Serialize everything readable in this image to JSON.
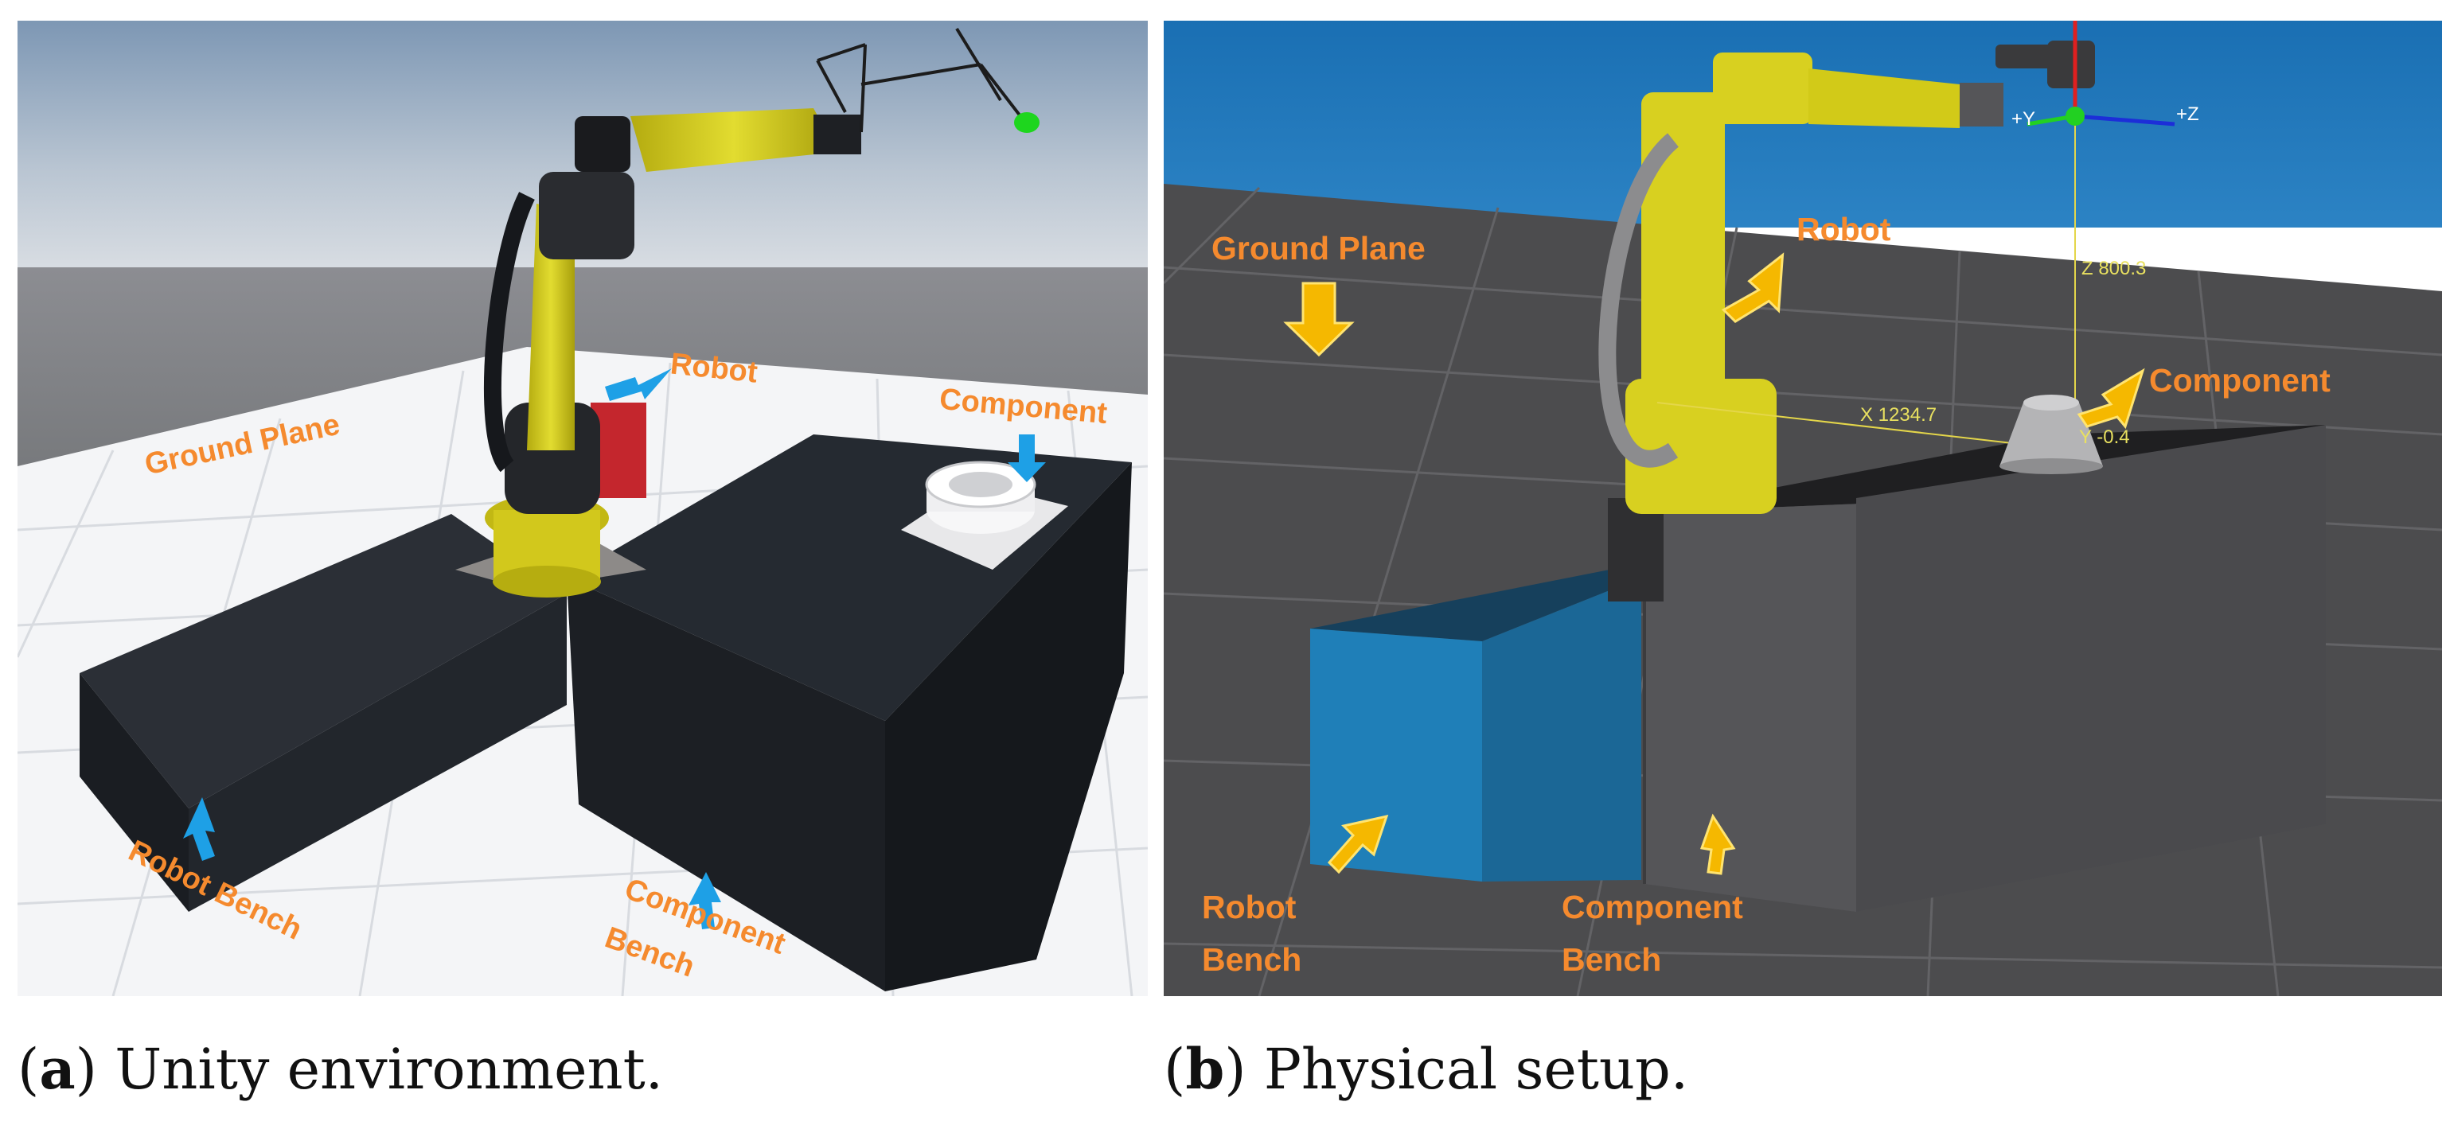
{
  "panel_a": {
    "labels": {
      "robot": "Robot",
      "component": "Component",
      "ground_plane": "Ground Plane",
      "robot_bench": "Robot Bench",
      "component_bench_line1": "Component",
      "component_bench_line2": "Bench"
    },
    "caption": {
      "letter": "a",
      "text": " Unity environment."
    }
  },
  "panel_b": {
    "labels": {
      "ground_plane": "Ground Plane",
      "robot": "Robot",
      "component": "Component",
      "robot_bench_line1": "Robot",
      "robot_bench_line2": "Bench",
      "component_bench_line1": "Component",
      "component_bench_line2": "Bench"
    },
    "axis_readouts": {
      "z": "Z 800.3",
      "x": "X 1234.7",
      "y": "Y -0.4",
      "plus_y": "+Y",
      "plus_z": "+Z"
    },
    "caption": {
      "letter": "b",
      "text": " Physical setup."
    }
  },
  "colors": {
    "label_orange": "#f58a2e",
    "arrow_blue": "#1ea0e6",
    "arrow_yellow": "#f5b800",
    "robot_yellow": "#d8d020",
    "bench_dark": "#1e2228",
    "bench_blue": "#1f7fb8",
    "bench_gray": "#555558"
  }
}
